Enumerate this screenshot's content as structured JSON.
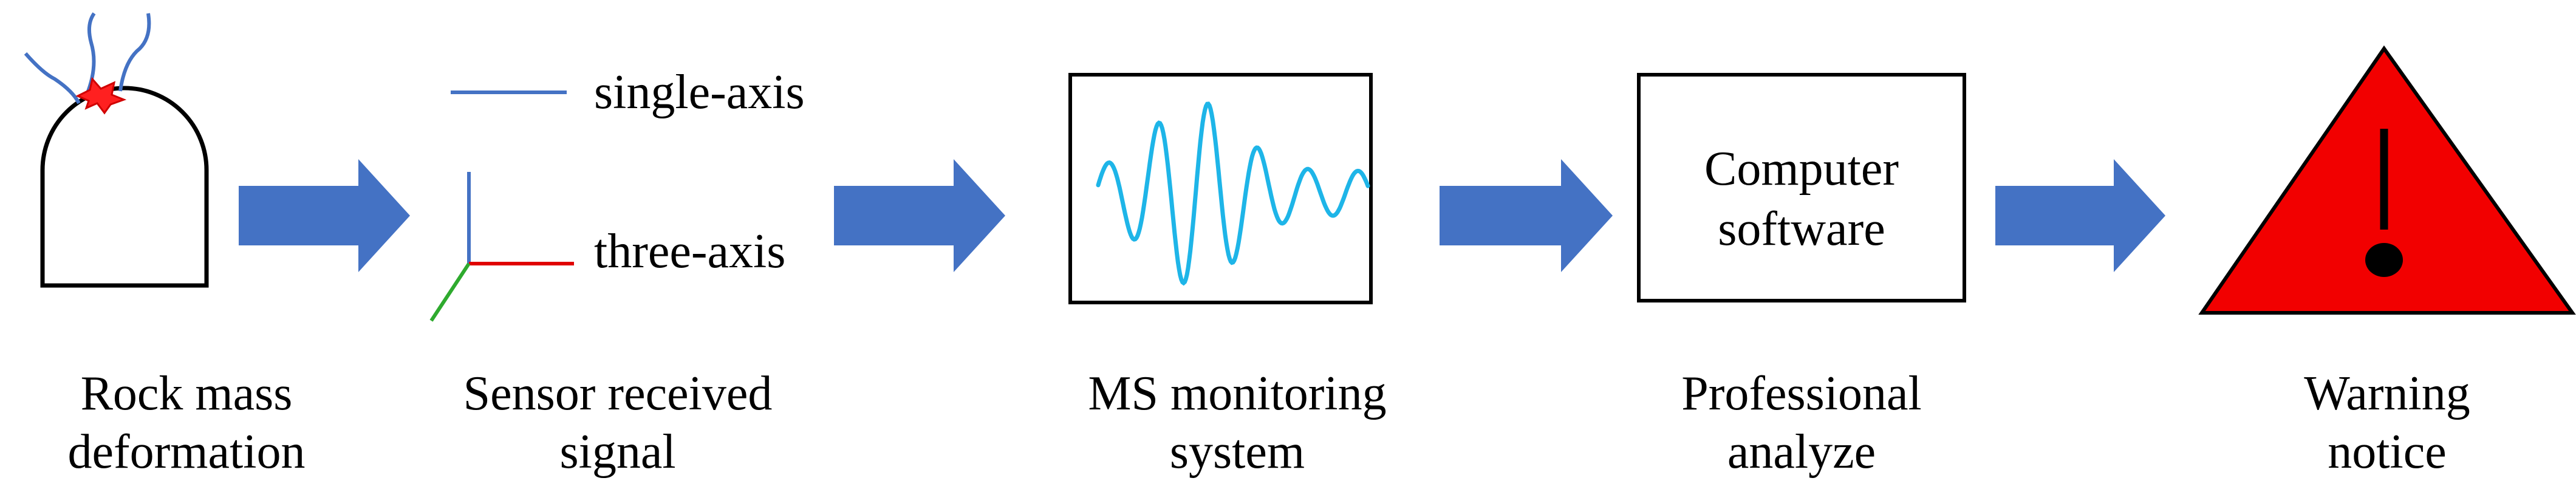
{
  "colors": {
    "arrow": "#4472C4",
    "wave": "#1EB5E8",
    "single_axis_line": "#4472C4",
    "axis_vertical": "#4472C4",
    "axis_horizontal": "#E00000",
    "axis_diagonal": "#2EAA2E",
    "crack_cracks": "#4472C4",
    "burst": "#FF0000",
    "warning_fill": "#F20000",
    "outline": "#000000"
  },
  "icons": {
    "rock": "rock-tunnel-icon",
    "sensor": "sensor-axis-icon",
    "monitor": "waveform-monitor-icon",
    "warning": "warning-triangle-icon"
  },
  "steps": [
    {
      "line1": "Rock mass",
      "line2": "deformation"
    },
    {
      "line1": "Sensor received",
      "line2": "signal"
    },
    {
      "line1": "MS monitoring",
      "line2": "system"
    },
    {
      "line1": "Professional",
      "line2": "analyze"
    },
    {
      "line1": "Warning",
      "line2": "notice"
    }
  ],
  "sensor": {
    "single_label": "single-axis",
    "triple_label": "three-axis"
  },
  "computer": {
    "line1": "Computer",
    "line2": "software"
  }
}
